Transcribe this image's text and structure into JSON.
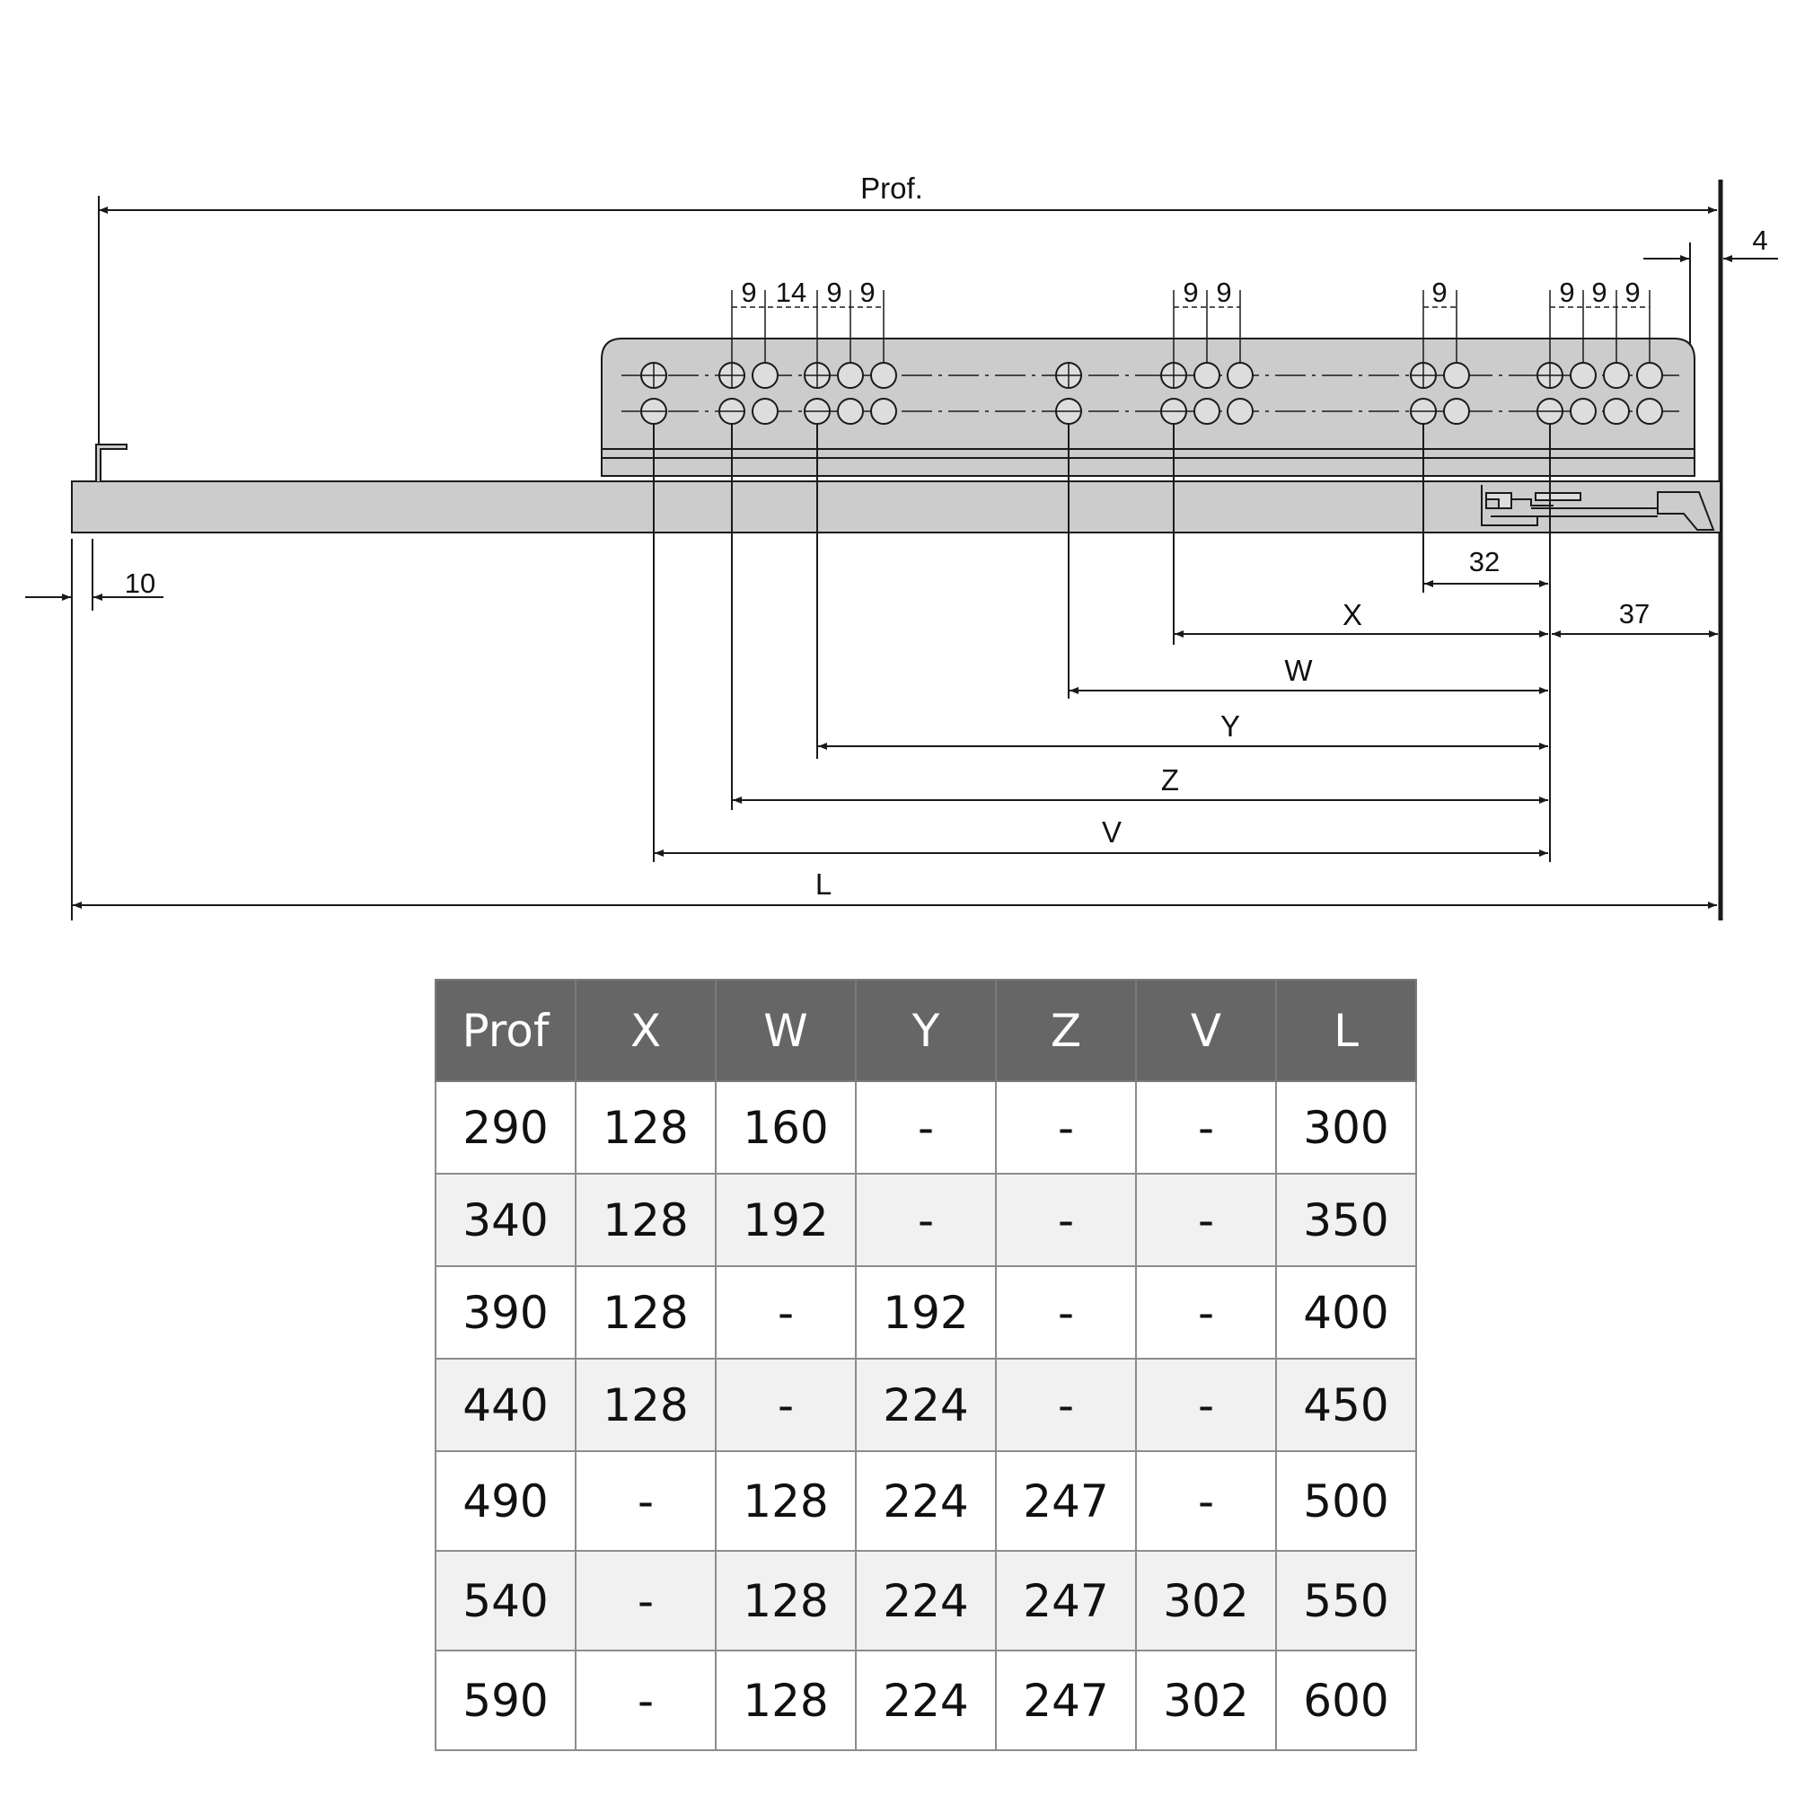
{
  "drawing": {
    "prof_label": "Prof.",
    "dim_4": "4",
    "dim_10": "10",
    "dim_32": "32",
    "dim_37": "37",
    "label_x": "X",
    "label_w": "W",
    "label_y": "Y",
    "label_z": "Z",
    "label_v": "V",
    "label_l": "L",
    "pitch_labels": [
      "9",
      "14",
      "9",
      "9",
      "9",
      "9",
      "9",
      "9",
      "9",
      "9"
    ],
    "colors": {
      "rail_fill": "#cccccc",
      "line": "#1a1a1a"
    }
  },
  "table": {
    "headers": [
      "Prof",
      "X",
      "W",
      "Y",
      "Z",
      "V",
      "L"
    ],
    "rows": [
      [
        "290",
        "128",
        "160",
        "-",
        "-",
        "-",
        "300"
      ],
      [
        "340",
        "128",
        "192",
        "-",
        "-",
        "-",
        "350"
      ],
      [
        "390",
        "128",
        "-",
        "192",
        "-",
        "-",
        "400"
      ],
      [
        "440",
        "128",
        "-",
        "224",
        "-",
        "-",
        "450"
      ],
      [
        "490",
        "-",
        "128",
        "224",
        "247",
        "-",
        "500"
      ],
      [
        "540",
        "-",
        "128",
        "224",
        "247",
        "302",
        "550"
      ],
      [
        "590",
        "-",
        "128",
        "224",
        "247",
        "302",
        "600"
      ]
    ],
    "colors": {
      "header_bg": "#666666",
      "header_text": "#ffffff",
      "alt_row": "#f1f1f1",
      "border": "#8c8c8c"
    }
  }
}
